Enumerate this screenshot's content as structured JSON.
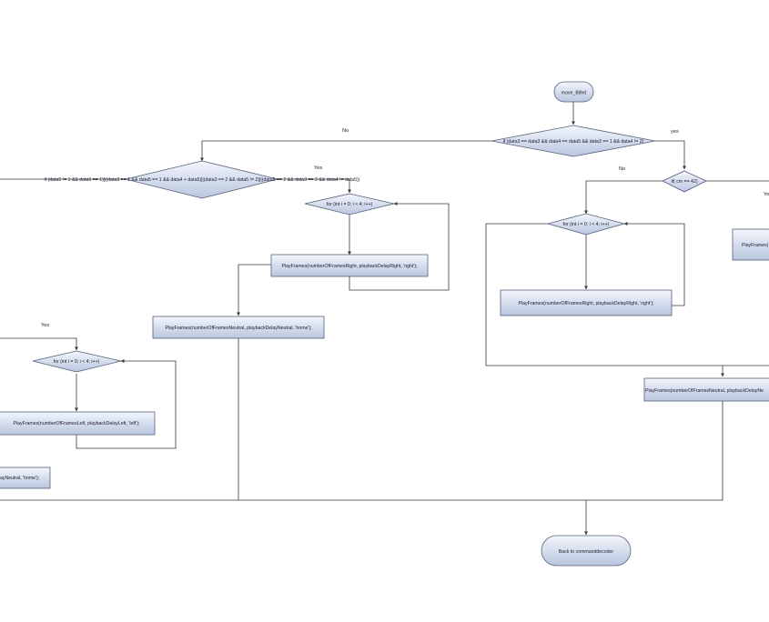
{
  "diagram": {
    "start": "move_Bifed",
    "end": "Back to commanddecoder",
    "conditions": {
      "top": "if (data3 == data3 && data4 == data5 && data3 == 1 && data4 != 2)",
      "left": "if (data5 != 1 && data6 == 1)||(data3 == 1 && data5 == 1 && data4 + data5)||(data3 == 2 && data5 != 2)||(data5 == 2 && data3 == 2 && data4 != data5))",
      "right": "if( cm == 42)"
    },
    "loops": {
      "mid": "for (int i = 0; i < 4; i++)",
      "left": "for (int i = 0; i < 4; i++)",
      "right": "for (int i = 0; i < 4; i++)"
    },
    "actions": {
      "mid_right": "PlayFrames(numberOfFramesRight, playbackDelayRight, 'right');",
      "mid_neutral": "PlayFrames(numberOfFramesNeutral, playbackDelayNeutral, 'home');",
      "left_left": "PlayFrames(numberOfFramesLeft, playbackDelayLeft, 'left');",
      "left_neutral": "ayNeutral, 'home');",
      "right_right": "PlayFrames(numberOfFramesRight, playbackDelayRight, 'right');",
      "right_neutral": "PlayFrames(numberOfFramesNeutral, playbackDelayNe",
      "right_clip": "PlayFrames("
    },
    "edge_labels": {
      "no_top": "No",
      "yes_top": "yes",
      "yes_left": "Yes",
      "no_right": "No",
      "yes_right": "Ye",
      "yes_far_left": "Yes"
    },
    "colors": {
      "node_light": "#eef2fa",
      "node_dark": "#b4c2dd",
      "line": "#3a3a3a"
    }
  }
}
